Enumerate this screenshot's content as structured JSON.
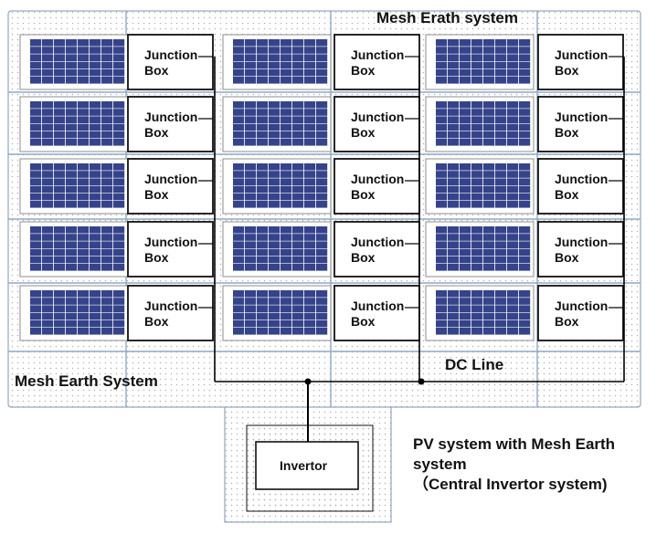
{
  "labels": {
    "mesh_top": "Mesh Erath system",
    "mesh_left": "Mesh Earth System",
    "dc_line": "DC Line",
    "invertor": "Invertor",
    "caption_line1": "PV system with Mesh Earth",
    "caption_line2": "system",
    "caption_line3": "（Central Invertor system)"
  },
  "junction_box": {
    "line1": "Junction",
    "line2": "Box"
  },
  "array": {
    "rows": 5,
    "columns": 3
  },
  "colors": {
    "panel_cell": "#35438a",
    "panel_border": "#8d8d8d",
    "mesh_grid": "#8ea9c8",
    "dots": "#b0b0b0",
    "wire": "#000000"
  }
}
